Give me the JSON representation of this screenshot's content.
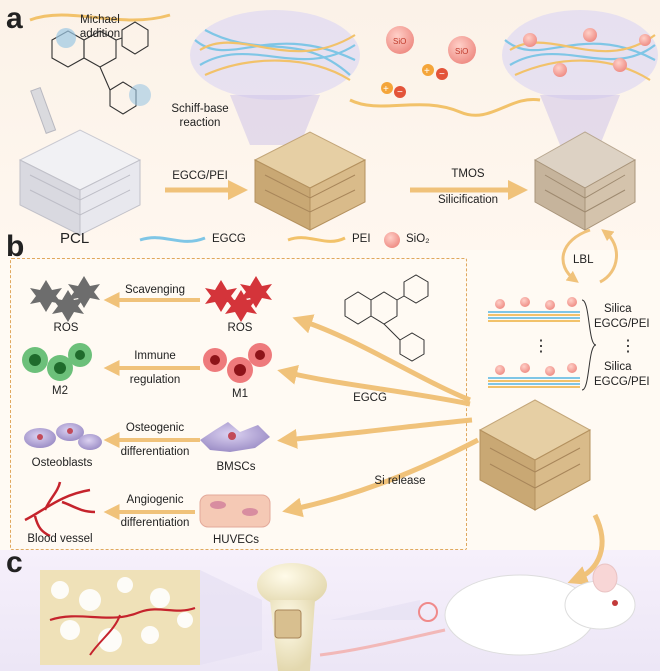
{
  "panels": {
    "a": "a",
    "b": "b",
    "c": "c"
  },
  "panel_a": {
    "michael_addition": [
      "Michael",
      "addition"
    ],
    "schiff_base": [
      "Schiff-base",
      "reaction"
    ],
    "pcl": "PCL",
    "step1": "EGCG/PEI",
    "step2": [
      "TMOS",
      "Silicification"
    ],
    "legend": {
      "egcg": "EGCG",
      "pei": "PEI",
      "sio2": "SiO₂"
    },
    "lbl_lbl": "LBL",
    "layers": [
      [
        "Silica",
        "EGCG/PEI"
      ],
      [
        "Silica",
        "EGCG/PEI"
      ]
    ],
    "dots": "⋮"
  },
  "panel_b": {
    "rows": [
      {
        "left": "ROS",
        "arrow": [
          "Scavenging"
        ],
        "right": "ROS"
      },
      {
        "left": "M2",
        "arrow": [
          "Immune",
          "regulation"
        ],
        "right": "M1"
      },
      {
        "left": "Osteoblasts",
        "arrow": [
          "Osteogenic",
          "differentiation"
        ],
        "right": "BMSCs"
      },
      {
        "left": "Blood vessel",
        "arrow": [
          "Angiogenic",
          "differentiation"
        ],
        "right": "HUVECs"
      }
    ],
    "egcg": "EGCG",
    "si_release": "Si release"
  },
  "colors": {
    "arrow": "#f0c27a",
    "egcg_fiber": "#7fc6e6",
    "pei_fiber": "#f2c26a",
    "sio2": "#f29a92",
    "scaffold": "#d6b98a",
    "pcl": "#e9e9ee",
    "ros_grey": "#6d6d6d",
    "ros_red": "#d4343a",
    "m2": "#3c9a49",
    "m1": "#d93b40"
  }
}
